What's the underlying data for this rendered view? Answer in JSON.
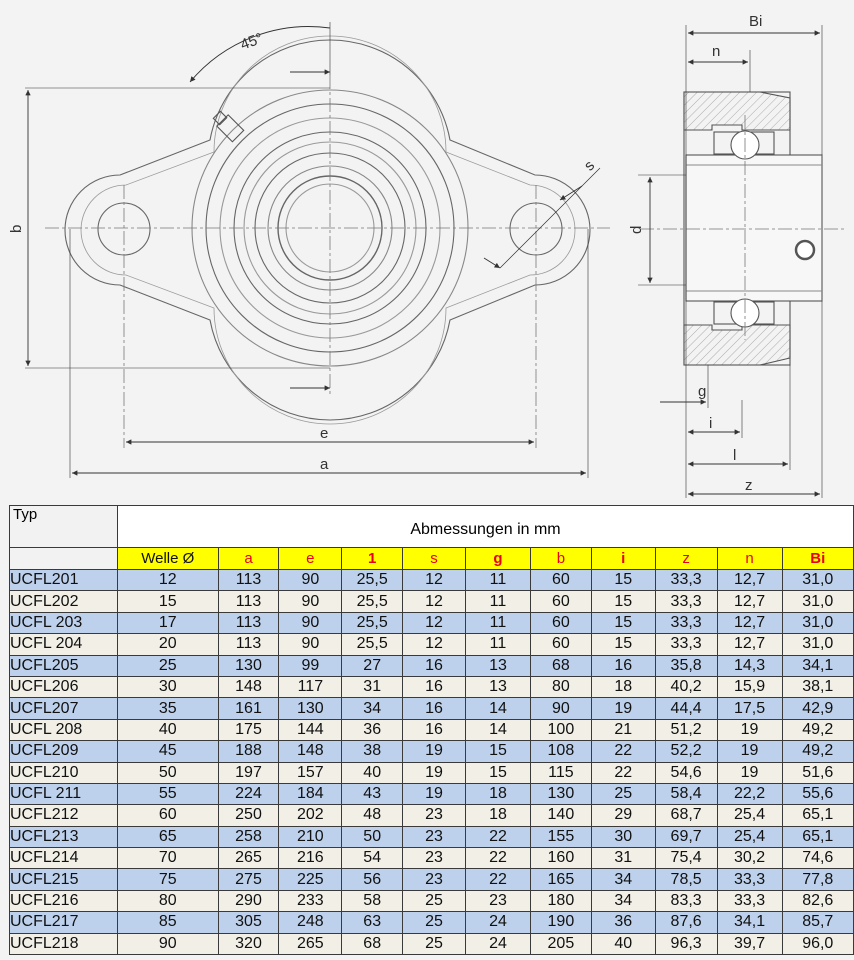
{
  "drawing": {
    "labels": {
      "angle": "45°",
      "b": "b",
      "e": "e",
      "a": "a",
      "s": "s",
      "d": "d",
      "Bi": "Bi",
      "n": "n",
      "g": "g",
      "i": "i",
      "l": "l",
      "z": "z"
    }
  },
  "table": {
    "typ_header": "Typ",
    "title": "Abmessungen in mm",
    "columns": [
      "Welle Ø",
      "a",
      "e",
      "1",
      "s",
      "g",
      "b",
      "i",
      "z",
      "n",
      "Bi"
    ],
    "rows": [
      [
        "UCFL201",
        "12",
        "113",
        "90",
        "25,5",
        "12",
        "11",
        "60",
        "15",
        "33,3",
        "12,7",
        "31,0"
      ],
      [
        "UCFL202",
        "15",
        "113",
        "90",
        "25,5",
        "12",
        "11",
        "60",
        "15",
        "33,3",
        "12,7",
        "31,0"
      ],
      [
        "UCFL 203",
        "17",
        "113",
        "90",
        "25,5",
        "12",
        "11",
        "60",
        "15",
        "33,3",
        "12,7",
        "31,0"
      ],
      [
        "UCFL 204",
        "20",
        "113",
        "90",
        "25,5",
        "12",
        "11",
        "60",
        "15",
        "33,3",
        "12,7",
        "31,0"
      ],
      [
        "UCFL205",
        "25",
        "130",
        "99",
        "27",
        "16",
        "13",
        "68",
        "16",
        "35,8",
        "14,3",
        "34,1"
      ],
      [
        "UCFL206",
        "30",
        "148",
        "117",
        "31",
        "16",
        "13",
        "80",
        "18",
        "40,2",
        "15,9",
        "38,1"
      ],
      [
        "UCFL207",
        "35",
        "161",
        "130",
        "34",
        "16",
        "14",
        "90",
        "19",
        "44,4",
        "17,5",
        "42,9"
      ],
      [
        "UCFL 208",
        "40",
        "175",
        "144",
        "36",
        "16",
        "14",
        "100",
        "21",
        "51,2",
        "19",
        "49,2"
      ],
      [
        "UCFL209",
        "45",
        "188",
        "148",
        "38",
        "19",
        "15",
        "108",
        "22",
        "52,2",
        "19",
        "49,2"
      ],
      [
        "UCFL210",
        "50",
        "197",
        "157",
        "40",
        "19",
        "15",
        "115",
        "22",
        "54,6",
        "19",
        "51,6"
      ],
      [
        "UCFL 211",
        "55",
        "224",
        "184",
        "43",
        "19",
        "18",
        "130",
        "25",
        "58,4",
        "22,2",
        "55,6"
      ],
      [
        "UCFL212",
        "60",
        "250",
        "202",
        "48",
        "23",
        "18",
        "140",
        "29",
        "68,7",
        "25,4",
        "65,1"
      ],
      [
        "UCFL213",
        "65",
        "258",
        "210",
        "50",
        "23",
        "22",
        "155",
        "30",
        "69,7",
        "25,4",
        "65,1"
      ],
      [
        "UCFL214",
        "70",
        "265",
        "216",
        "54",
        "23",
        "22",
        "160",
        "31",
        "75,4",
        "30,2",
        "74,6"
      ],
      [
        "UCFL215",
        "75",
        "275",
        "225",
        "56",
        "23",
        "22",
        "165",
        "34",
        "78,5",
        "33,3",
        "77,8"
      ],
      [
        "UCFL216",
        "80",
        "290",
        "233",
        "58",
        "25",
        "23",
        "180",
        "34",
        "83,3",
        "33,3",
        "82,6"
      ],
      [
        "UCFL217",
        "85",
        "305",
        "248",
        "63",
        "25",
        "24",
        "190",
        "36",
        "87,6",
        "34,1",
        "85,7"
      ],
      [
        "UCFL218",
        "90",
        "320",
        "265",
        "68",
        "25",
        "24",
        "205",
        "40",
        "96,3",
        "39,7",
        "96,0"
      ]
    ]
  }
}
